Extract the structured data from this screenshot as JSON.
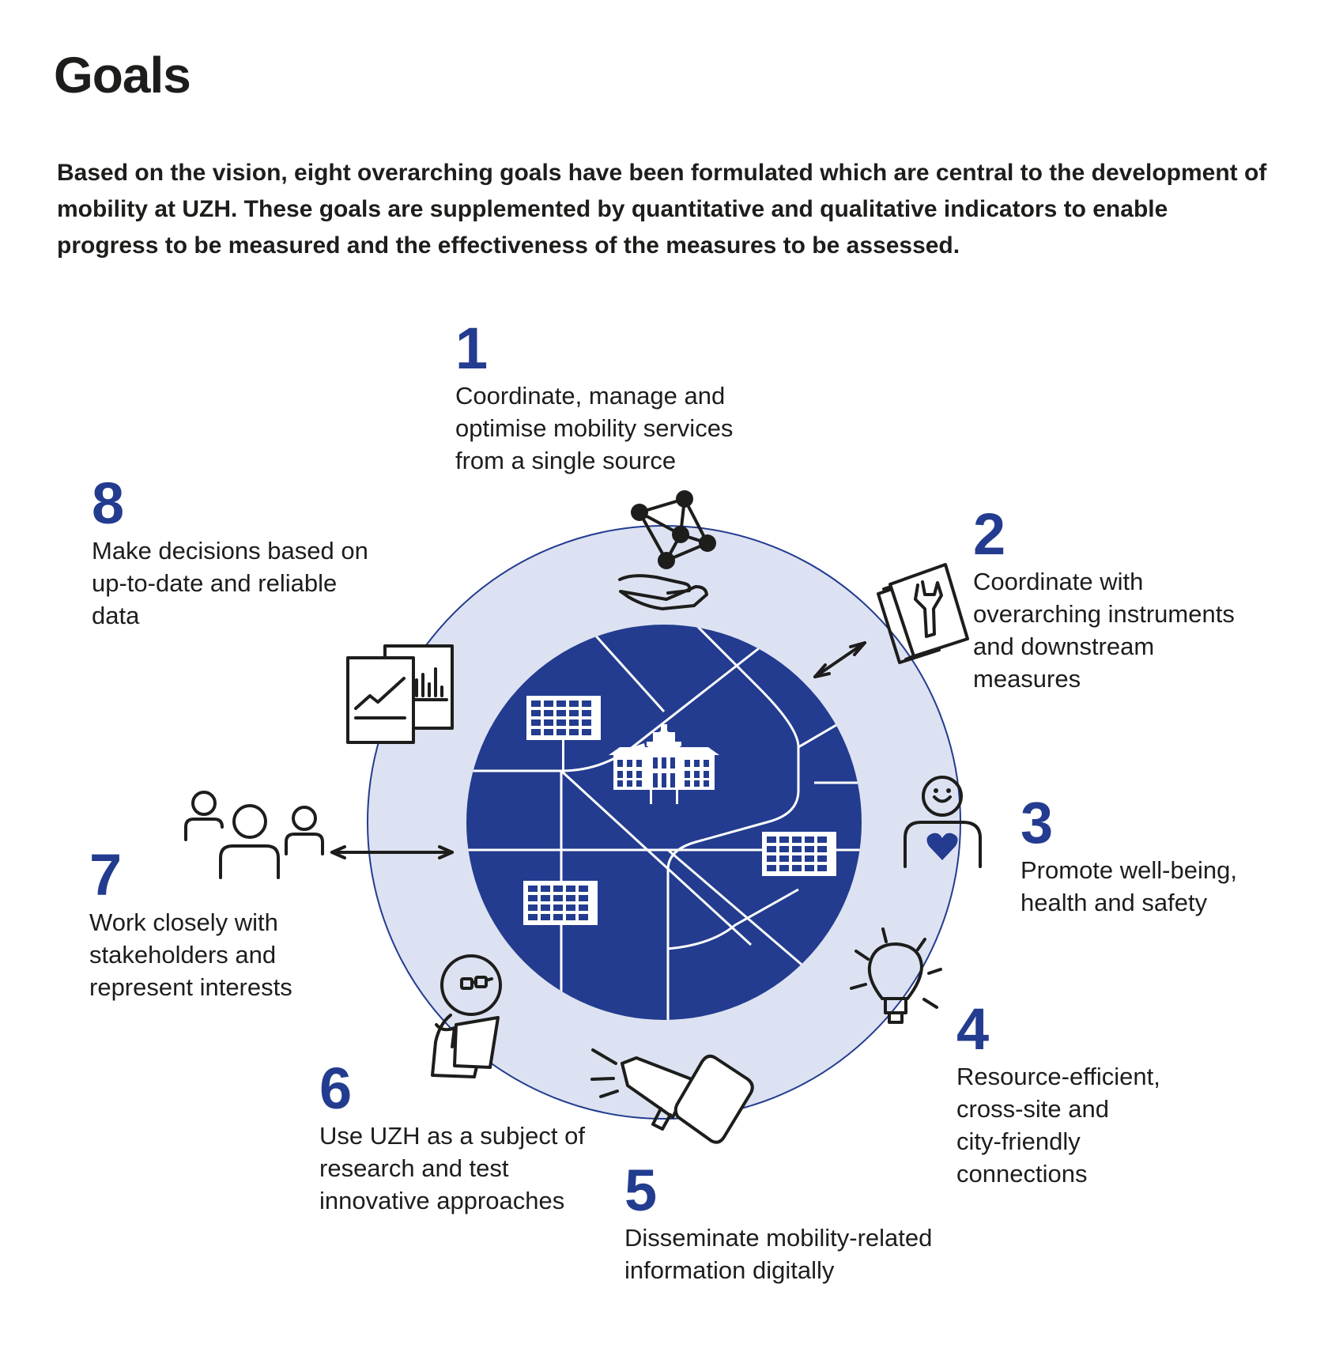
{
  "page": {
    "title": "Goals",
    "intro": "Based on the vision, eight overarching goals have been formulated which are central to the development of mobility at UZH. These goals are supplemented by quantitative and qualitative indicators to enable progress to be measured and the effectiveness of the measures to be assessed."
  },
  "colors": {
    "accent": "#233c8f",
    "ring": "#dde2f2",
    "icon": "#1d1d1b"
  },
  "goals": [
    {
      "number": "1",
      "text": "Coordinate, manage and\noptimise mobility services\nfrom a single source",
      "icon": "network-in-hand-icon"
    },
    {
      "number": "2",
      "text": "Coordinate with\noverarching instruments\nand downstream\nmeasures",
      "icon": "wrench-documents-icon"
    },
    {
      "number": "3",
      "text": "Promote well-being,\nhealth and safety",
      "icon": "person-heart-icon"
    },
    {
      "number": "4",
      "text": "Resource-efficient,\ncross-site and\ncity-friendly\nconnections",
      "icon": "light-bulb-icon"
    },
    {
      "number": "5",
      "text": "Disseminate mobility-related\ninformation digitally",
      "icon": "megaphone-phone-icon"
    },
    {
      "number": "6",
      "text": "Use UZH as a subject of\nresearch and test\ninnovative approaches",
      "icon": "researcher-icon"
    },
    {
      "number": "7",
      "text": "Work closely with\nstakeholders and\nrepresent interests",
      "icon": "group-people-icon"
    },
    {
      "number": "8",
      "text": "Make decisions based on\nup-to-date and reliable\ndata",
      "icon": "data-charts-icon"
    }
  ]
}
